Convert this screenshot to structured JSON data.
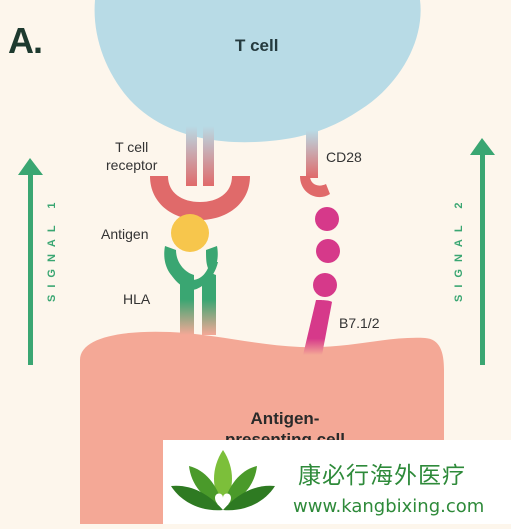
{
  "panel": {
    "letter": "A."
  },
  "labels": {
    "t_cell": "T cell",
    "t_cell_receptor": "T cell\nreceptor",
    "cd28": "CD28",
    "antigen": "Antigen",
    "hla": "HLA",
    "b7": "B7.1/2",
    "antigen_presenting_cell": "Antigen-\npresenting cell",
    "signal_1": "SIGNAL 1",
    "signal_2": "SIGNAL 2"
  },
  "watermark": {
    "chinese_name": "康必行海外医疗",
    "url": "www.kangbixing.com"
  },
  "colors": {
    "background": "#fdf6ec",
    "t_cell": "#b8dbe6",
    "apc": "#f4a896",
    "receptor": "#e06a6a",
    "antigen": "#f7c64c",
    "hla": "#3aa672",
    "b7": "#d6398a",
    "signal_arrow": "#3aa672"
  }
}
